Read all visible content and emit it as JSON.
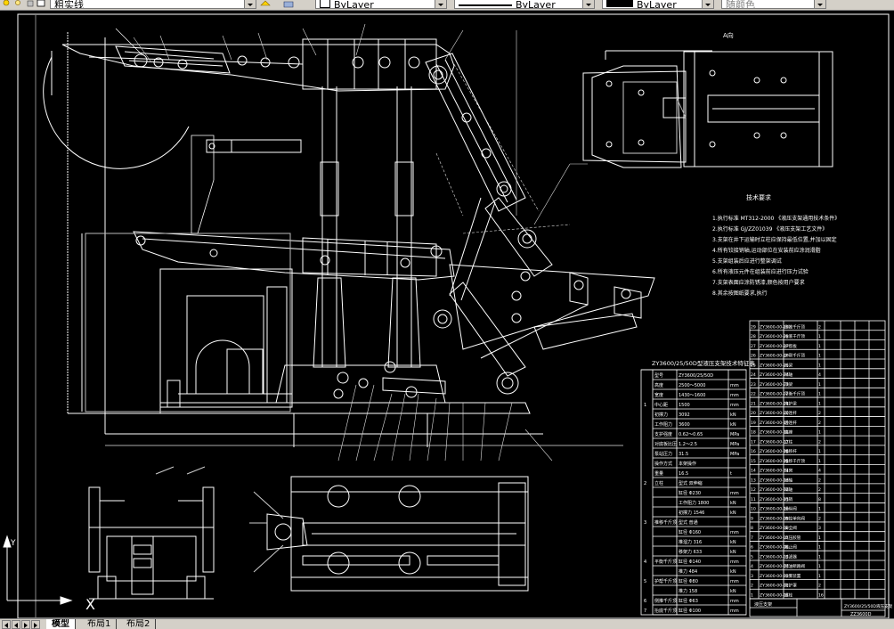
{
  "toolbar": {
    "layer_current": "粗实线",
    "color_current": "ByLayer",
    "linetype_current": "ByLayer",
    "lineweight_current": "ByLayer",
    "plotstyle_current": "随颜色"
  },
  "drawing": {
    "view_a_label": "A向",
    "tech_req_title": "技术要求",
    "tech_req": [
      "1.执行标准    MT312-2000   《液压支架通用技术条件》",
      "2.执行标准    GJ/ZZ01039   《液压支架工艺文件》",
      "3.支架在井下运输时立柱应保持最低位置,并加以固定",
      "4.所有铰接销轴,运动部位在安装前应涂润滑脂",
      "5.支架组装后应进行整架调试",
      "6.所有液压元件在组装前应进行压力试验",
      "7.支架表面应涂防锈漆,颜色按用户要求",
      "8.其余按图纸要求,执行"
    ],
    "spec_table_title": "ZY3600/25/50D型液压支架技术特征表",
    "spec_rows": [
      {
        "no": "",
        "name": "型号",
        "value": "ZY3600/25/50D",
        "unit": ""
      },
      {
        "no": "",
        "name": "高度",
        "value": "2500～5000",
        "unit": "mm"
      },
      {
        "no": "",
        "name": "宽度",
        "value": "1430～1600",
        "unit": "mm"
      },
      {
        "no": "1",
        "name": "中心距",
        "value": "1500",
        "unit": "mm"
      },
      {
        "no": "",
        "name": "初撑力",
        "value": "3092",
        "unit": "kN"
      },
      {
        "no": "",
        "name": "工作阻力",
        "value": "3600",
        "unit": "kN"
      },
      {
        "no": "",
        "name": "支护强度",
        "value": "0.62～0.65",
        "unit": "MPa"
      },
      {
        "no": "",
        "name": "对底板比压",
        "value": "1.2～2.5",
        "unit": "MPa"
      },
      {
        "no": "",
        "name": "泵站压力",
        "value": "31.5",
        "unit": "MPa"
      },
      {
        "no": "",
        "name": "操作方式",
        "value": "本架操作",
        "unit": ""
      },
      {
        "no": "",
        "name": "重量",
        "value": "16.5",
        "unit": "t"
      },
      {
        "no": "2",
        "name": "立柱",
        "value": "型式 双伸缩",
        "unit": ""
      },
      {
        "no": "",
        "name": "",
        "value": "缸径 Φ230",
        "unit": "mm"
      },
      {
        "no": "",
        "name": "",
        "value": "工作阻力 1800",
        "unit": "kN"
      },
      {
        "no": "",
        "name": "",
        "value": "初撑力 1546",
        "unit": "kN"
      },
      {
        "no": "3",
        "name": "推移千斤顶",
        "value": "型式 普通",
        "unit": ""
      },
      {
        "no": "",
        "name": "",
        "value": "缸径 Φ160",
        "unit": "mm"
      },
      {
        "no": "",
        "name": "",
        "value": "推溜力 316",
        "unit": "kN"
      },
      {
        "no": "",
        "name": "",
        "value": "移架力 633",
        "unit": "kN"
      },
      {
        "no": "4",
        "name": "平衡千斤顶",
        "value": "缸径 Φ140",
        "unit": "mm"
      },
      {
        "no": "",
        "name": "",
        "value": "推力 484",
        "unit": "kN"
      },
      {
        "no": "5",
        "name": "护帮千斤顶",
        "value": "缸径 Φ80",
        "unit": "mm"
      },
      {
        "no": "",
        "name": "",
        "value": "推力 158",
        "unit": "kN"
      },
      {
        "no": "6",
        "name": "侧推千斤顶",
        "value": "缸径 Φ63",
        "unit": "mm"
      },
      {
        "no": "7",
        "name": "抬底千斤顶",
        "value": "缸径 Φ100",
        "unit": "mm"
      }
    ],
    "parts_rows": [
      {
        "no": "29",
        "code": "ZY3600-00-29",
        "name": "侧推千斤顶",
        "qty": "2"
      },
      {
        "no": "28",
        "code": "ZY3600-00-28",
        "name": "抬底千斤顶",
        "qty": "1"
      },
      {
        "no": "27",
        "code": "ZY3600-00-27",
        "name": "护帮板",
        "qty": "1"
      },
      {
        "no": "26",
        "code": "ZY3600-00-26",
        "name": "护帮千斤顶",
        "qty": "1"
      },
      {
        "no": "25",
        "code": "ZY3600-00-25",
        "name": "前梁",
        "qty": "1"
      },
      {
        "no": "24",
        "code": "ZY3600-00-24",
        "name": "销轴",
        "qty": "4"
      },
      {
        "no": "23",
        "code": "ZY3600-00-23",
        "name": "顶梁",
        "qty": "1"
      },
      {
        "no": "22",
        "code": "ZY3600-00-22",
        "name": "平衡千斤顶",
        "qty": "1"
      },
      {
        "no": "21",
        "code": "ZY3600-00-21",
        "name": "掩护梁",
        "qty": "1"
      },
      {
        "no": "20",
        "code": "ZY3600-00-20",
        "name": "前连杆",
        "qty": "2"
      },
      {
        "no": "19",
        "code": "ZY3600-00-19",
        "name": "后连杆",
        "qty": "2"
      },
      {
        "no": "18",
        "code": "ZY3600-00-18",
        "name": "底座",
        "qty": "1"
      },
      {
        "no": "17",
        "code": "ZY3600-00-17",
        "name": "立柱",
        "qty": "2"
      },
      {
        "no": "16",
        "code": "ZY3600-00-16",
        "name": "推移杆",
        "qty": "1"
      },
      {
        "no": "15",
        "code": "ZY3600-00-15",
        "name": "推移千斤顶",
        "qty": "1"
      },
      {
        "no": "14",
        "code": "ZY3600-00-14",
        "name": "柱窝",
        "qty": "4"
      },
      {
        "no": "13",
        "code": "ZY3600-00-13",
        "name": "销轴",
        "qty": "2"
      },
      {
        "no": "12",
        "code": "ZY3600-00-12",
        "name": "销轴",
        "qty": "2"
      },
      {
        "no": "11",
        "code": "ZY3600-00-11",
        "name": "挡销",
        "qty": "8"
      },
      {
        "no": "10",
        "code": "ZY3600-00-10",
        "name": "操纵阀",
        "qty": "1"
      },
      {
        "no": "9",
        "code": "ZY3600-00-09",
        "name": "液控单向阀",
        "qty": "2"
      },
      {
        "no": "8",
        "code": "ZY3600-00-08",
        "name": "安全阀",
        "qty": "3"
      },
      {
        "no": "7",
        "code": "ZY3600-00-07",
        "name": "高压胶管",
        "qty": "1"
      },
      {
        "no": "6",
        "code": "ZY3600-00-06",
        "name": "截止阀",
        "qty": "1"
      },
      {
        "no": "5",
        "code": "ZY3600-00-05",
        "name": "过滤器",
        "qty": "1"
      },
      {
        "no": "4",
        "code": "ZY3600-00-04",
        "name": "回油断路阀",
        "qty": "1"
      },
      {
        "no": "3",
        "code": "ZY3600-00-03",
        "name": "喷雾装置",
        "qty": "1"
      },
      {
        "no": "2",
        "code": "ZY3600-00-02",
        "name": "防护罩",
        "qty": "2"
      },
      {
        "no": "1",
        "code": "ZY3600-00-01",
        "name": "螺栓",
        "qty": "16"
      }
    ],
    "title_block": {
      "company": "液压支架",
      "drawing_name": "ZY3600/25/50D液压支架",
      "drawing_no": "ZZ3600D"
    },
    "ucs_x": "X",
    "ucs_y": "Y"
  },
  "tabs": [
    {
      "label": "模型",
      "active": true
    },
    {
      "label": "布局1",
      "active": false
    },
    {
      "label": "布局2",
      "active": false
    }
  ],
  "colors": {
    "toolbar_bg": "#d4d0c8",
    "canvas_bg": "#000000",
    "line": "#ffffff"
  }
}
